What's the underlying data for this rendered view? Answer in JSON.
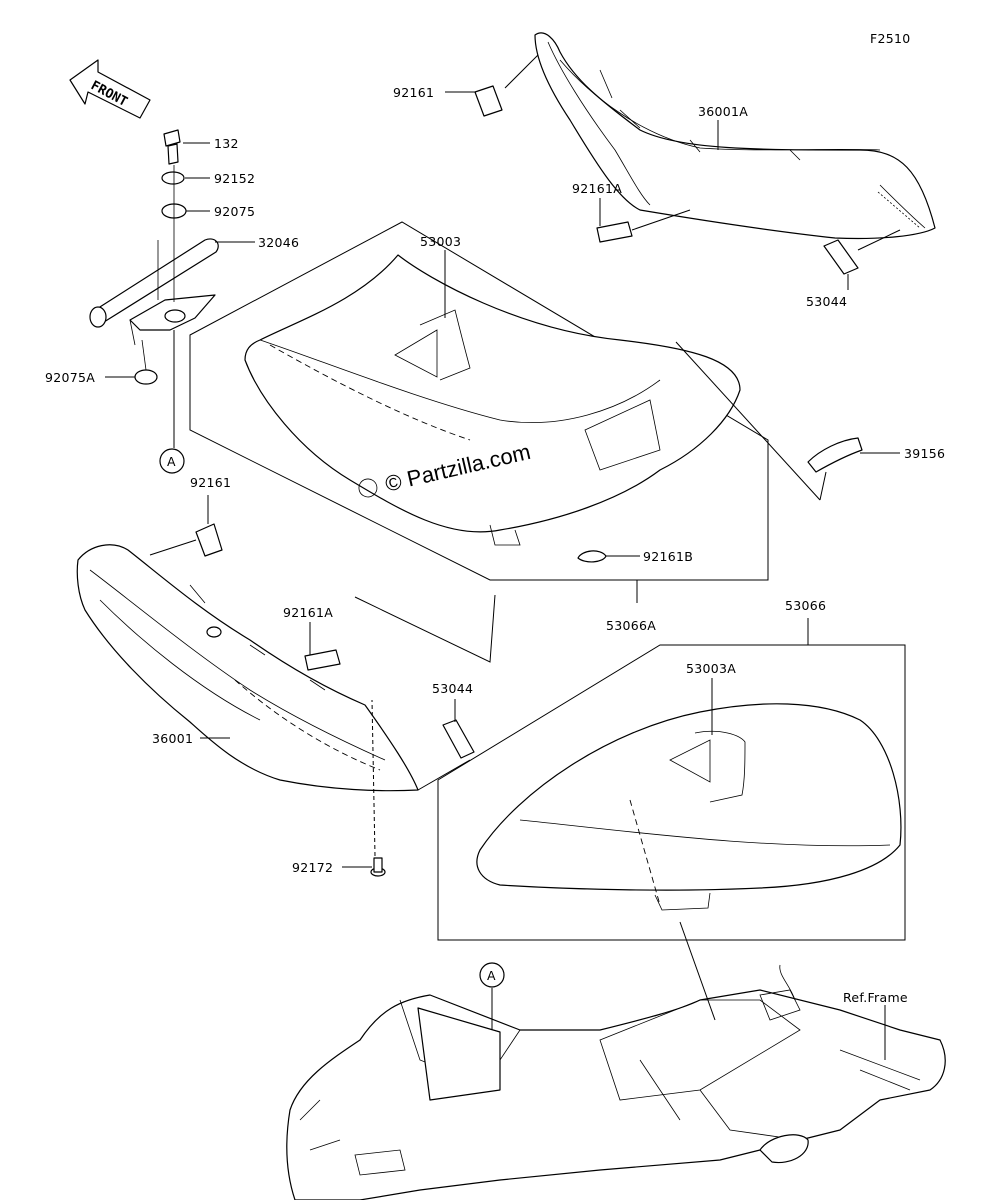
{
  "figure_code": "F2510",
  "watermark": "© Partzilla.com",
  "front_arrow_text": "FRONT",
  "circle_ref": "A",
  "callouts": {
    "p92161_top": "92161",
    "p36001A": "36001A",
    "p92161A_top": "92161A",
    "p53044_top": "53044",
    "p132": "132",
    "p92152": "92152",
    "p92075": "92075",
    "p32046": "32046",
    "p92075A": "92075A",
    "p53003": "53003",
    "p39156": "39156",
    "p92161_left": "92161",
    "p92161B": "92161B",
    "p53066A": "53066A",
    "p53066": "53066",
    "p92161A_left": "92161A",
    "p53044_mid": "53044",
    "p53003A": "53003A",
    "p36001": "36001",
    "p92172": "92172",
    "ref_frame": "Ref.Frame"
  }
}
